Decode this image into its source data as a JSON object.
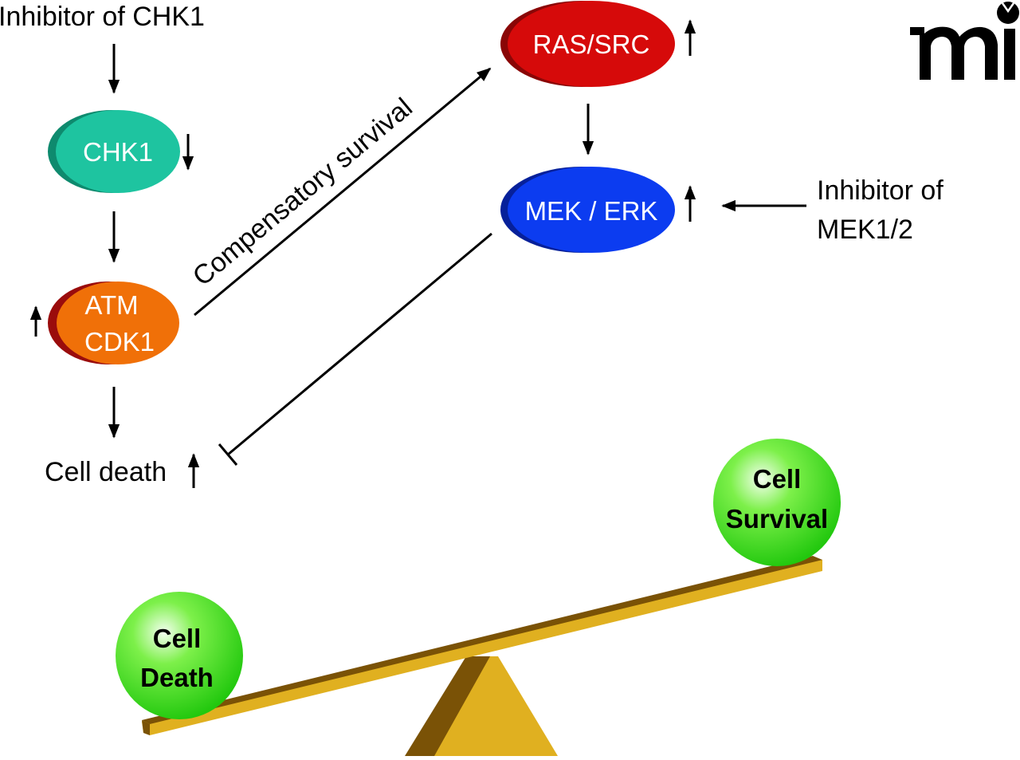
{
  "diagram": {
    "type": "signaling-pathway-with-balance",
    "inputs": {
      "chk1_inhibitor": "Inhibitor of CHK1",
      "mek_inhibitor_line1": "Inhibitor of",
      "mek_inhibitor_line2": "MEK1/2"
    },
    "nodes": [
      {
        "id": "chk1",
        "label": "CHK1",
        "color": "#1ec4a0",
        "shade": "#0e8a6e",
        "trend": "down"
      },
      {
        "id": "atm_cdk1",
        "label_line1": "ATM",
        "label_line2": "CDK1",
        "color": "#f07008",
        "shade": "#9a0c0c",
        "trend": "up"
      },
      {
        "id": "ras_src",
        "label": "RAS/SRC",
        "color": "#d60a0a",
        "shade": "#8a0606",
        "trend": "up"
      },
      {
        "id": "mek_erk",
        "label": "MEK / ERK",
        "color": "#0c3cf0",
        "shade": "#06209a",
        "trend": "up"
      }
    ],
    "outcome": {
      "label": "Cell death",
      "trend": "up"
    },
    "edges": [
      {
        "from": "chk1_inhibitor",
        "to": "chk1",
        "type": "activates"
      },
      {
        "from": "chk1",
        "to": "atm_cdk1",
        "type": "activates"
      },
      {
        "from": "atm_cdk1",
        "to": "cell_death",
        "type": "activates"
      },
      {
        "from": "atm_cdk1",
        "to": "ras_src",
        "type": "activates",
        "label": "Compensatory survival"
      },
      {
        "from": "ras_src",
        "to": "mek_erk",
        "type": "activates"
      },
      {
        "from": "mek_inhibitor",
        "to": "mek_erk",
        "type": "inhibits-arrow"
      },
      {
        "from": "mek_erk",
        "to": "cell_death",
        "type": "inhibits"
      }
    ],
    "balance": {
      "low_side": {
        "line1": "Cell",
        "line2": "Death"
      },
      "high_side": {
        "line1": "Cell",
        "line2": "Survival"
      },
      "ball_color": "#33e01a",
      "beam_color": "#e0b020",
      "beam_shade": "#7a5206"
    },
    "logo": {
      "text": "mi"
    }
  }
}
